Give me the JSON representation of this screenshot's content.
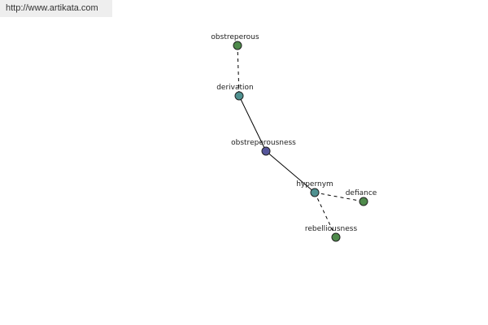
{
  "site_url": "http://www.artikata.com",
  "colors": {
    "green_node": "#4e8a4b",
    "teal_node": "#4f9190",
    "blue_node": "#55559a"
  },
  "nodes": [
    {
      "id": "obstreperous",
      "label": "obstreperous",
      "color": "#4e8a4b"
    },
    {
      "id": "derivation",
      "label": "derivation",
      "color": "#4f9190"
    },
    {
      "id": "obstreperousness",
      "label": "obstreperousness",
      "color": "#55559a"
    },
    {
      "id": "hypernym",
      "label": "hypernym",
      "color": "#4f9190"
    },
    {
      "id": "defiance",
      "label": "defiance",
      "color": "#4e8a4b"
    },
    {
      "id": "rebelliousness",
      "label": "rebelliousness",
      "color": "#4e8a4b"
    }
  ],
  "edges": [
    {
      "from": "obstreperous",
      "to": "derivation",
      "style": "dashed"
    },
    {
      "from": "derivation",
      "to": "obstreperousness",
      "style": "solid"
    },
    {
      "from": "obstreperousness",
      "to": "hypernym",
      "style": "solid"
    },
    {
      "from": "hypernym",
      "to": "defiance",
      "style": "dashed"
    },
    {
      "from": "hypernym",
      "to": "rebelliousness",
      "style": "dashed"
    }
  ]
}
